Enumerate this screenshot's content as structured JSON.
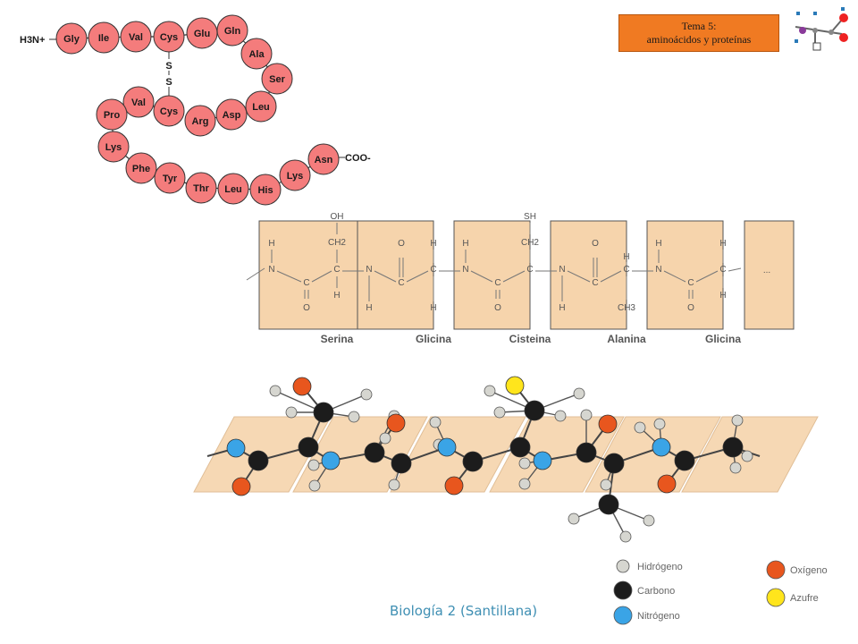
{
  "header": {
    "line1": "Tema 5:",
    "line2": "aminoácidos y proteínas"
  },
  "peptide_chain": {
    "n_terminus": "H3N+",
    "c_terminus": "COO-",
    "disulfide": [
      "S",
      "S"
    ],
    "residues": [
      "Gly",
      "Ile",
      "Val",
      "Cys",
      "Glu",
      "Gln",
      "Ala",
      "Ser",
      "Leu",
      "Asp",
      "Arg",
      "Cys",
      "Val",
      "Pro",
      "Lys",
      "Phe",
      "Tyr",
      "Thr",
      "Leu",
      "His",
      "Lys",
      "Asn"
    ]
  },
  "structural_formula": {
    "residue_names": [
      "Serina",
      "Glicina",
      "Cisteina",
      "Alanina",
      "Glicina"
    ],
    "side_chain_labels": {
      "serine": "OH",
      "cysteine": "SH"
    },
    "atoms": {
      "H": "H",
      "N": "N",
      "C": "C",
      "O": "O",
      "CH2": "CH2",
      "CH3": "CH3"
    },
    "continuation": "..."
  },
  "legend": {
    "hydrogen": "Hidrógeno",
    "carbon": "Carbono",
    "nitrogen": "Nitrógeno",
    "oxygen": "Oxígeno",
    "sulfur": "Azufre"
  },
  "colors": {
    "residue": "#f47c7c",
    "plane": "#f6d4ac",
    "hydrogen": "#d6d6d0",
    "carbon": "#1c1c1c",
    "nitrogen": "#3aa4e6",
    "oxygen": "#e8561e",
    "sulfur": "#ffe51c",
    "header_bg": "#f07a22"
  },
  "credit": "Biología 2 (Santillana)"
}
